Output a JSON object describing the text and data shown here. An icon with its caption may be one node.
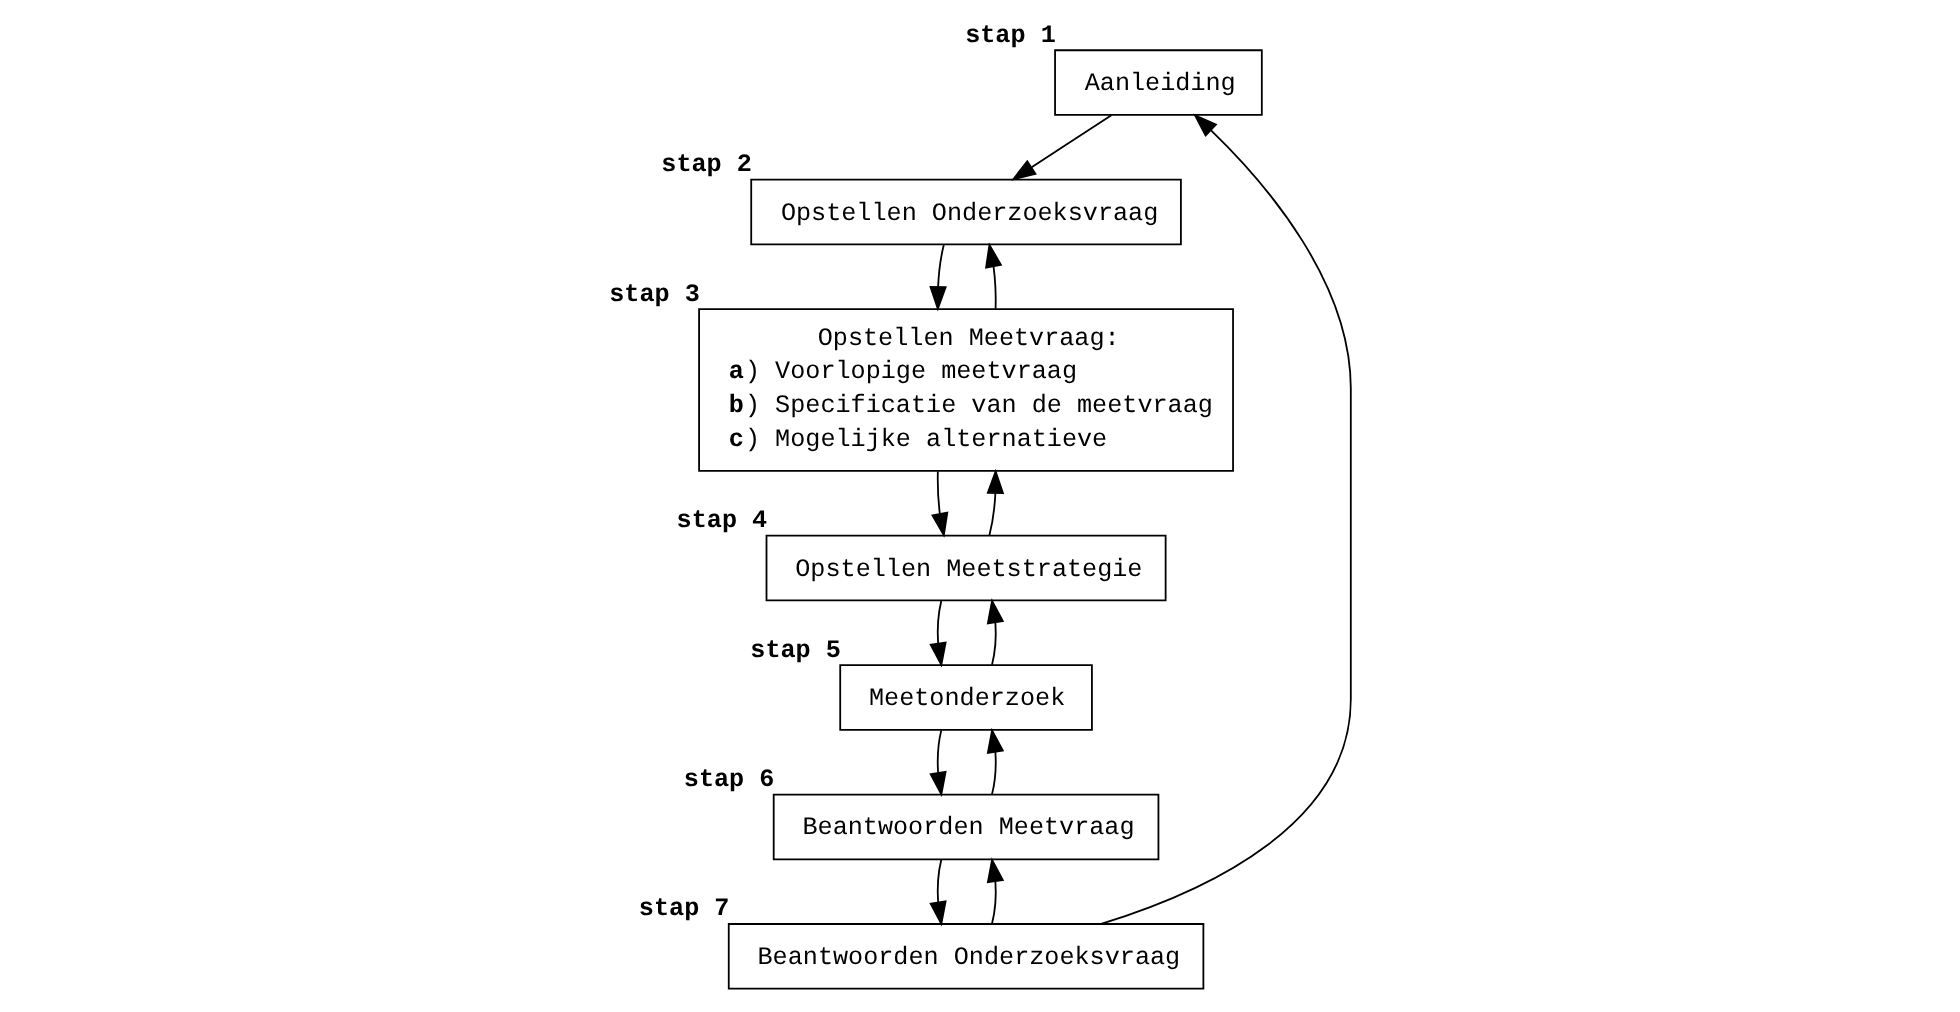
{
  "diagram": {
    "nodes": [
      {
        "text": [
          "Aanleiding"
        ],
        "beside": [
          "stap 1"
        ]
      },
      {
        "text": [
          "Opstellen Onderzoeksvraag"
        ],
        "beside": [
          "stap 2"
        ]
      },
      {
        "text": [
          "Opstellen Meetvraag:",
          "**a**) Voorlopige meetvraag",
          "**b**) Specificatie van de meetvraag",
          "**c**) Mogelijke alternatieve"
        ],
        "beside": [
          "stap 3"
        ]
      },
      {
        "text": [
          "Opstellen Meetstrategie"
        ],
        "beside": [
          "stap 4"
        ]
      },
      {
        "text": [
          "Meetonderzoek"
        ],
        "beside": [
          "stap 5"
        ]
      },
      {
        "text": [
          "Beantwoorden Meetvraag"
        ],
        "beside": [
          "stap 6"
        ]
      },
      {
        "text": [
          "Beantwoorden Onderzoeksvraag"
        ],
        "beside": [
          "stap 7"
        ]
      }
    ],
    "edges": [
      {
        "from": 6,
        "to": 0,
        "arrow": "to"
      },
      {
        "from": 0,
        "to": 1,
        "arrow": "to"
      },
      {
        "from": 1,
        "to": 2,
        "arrow": "to"
      },
      {
        "from": 2,
        "to": 1,
        "arrow": "to"
      },
      {
        "from": 2,
        "to": 3,
        "arrow": "to"
      },
      {
        "from": 3,
        "to": 2,
        "arrow": "to"
      },
      {
        "from": 3,
        "to": 4,
        "arrow": "to"
      },
      {
        "from": 4,
        "to": 3,
        "arrow": "to"
      },
      {
        "from": 4,
        "to": 5,
        "arrow": "to"
      },
      {
        "from": 5,
        "to": 4,
        "arrow": "to"
      },
      {
        "from": 5,
        "to": 6,
        "arrow": "to"
      },
      {
        "from": 6,
        "to": 5,
        "arrow": "to"
      }
    ]
  }
}
